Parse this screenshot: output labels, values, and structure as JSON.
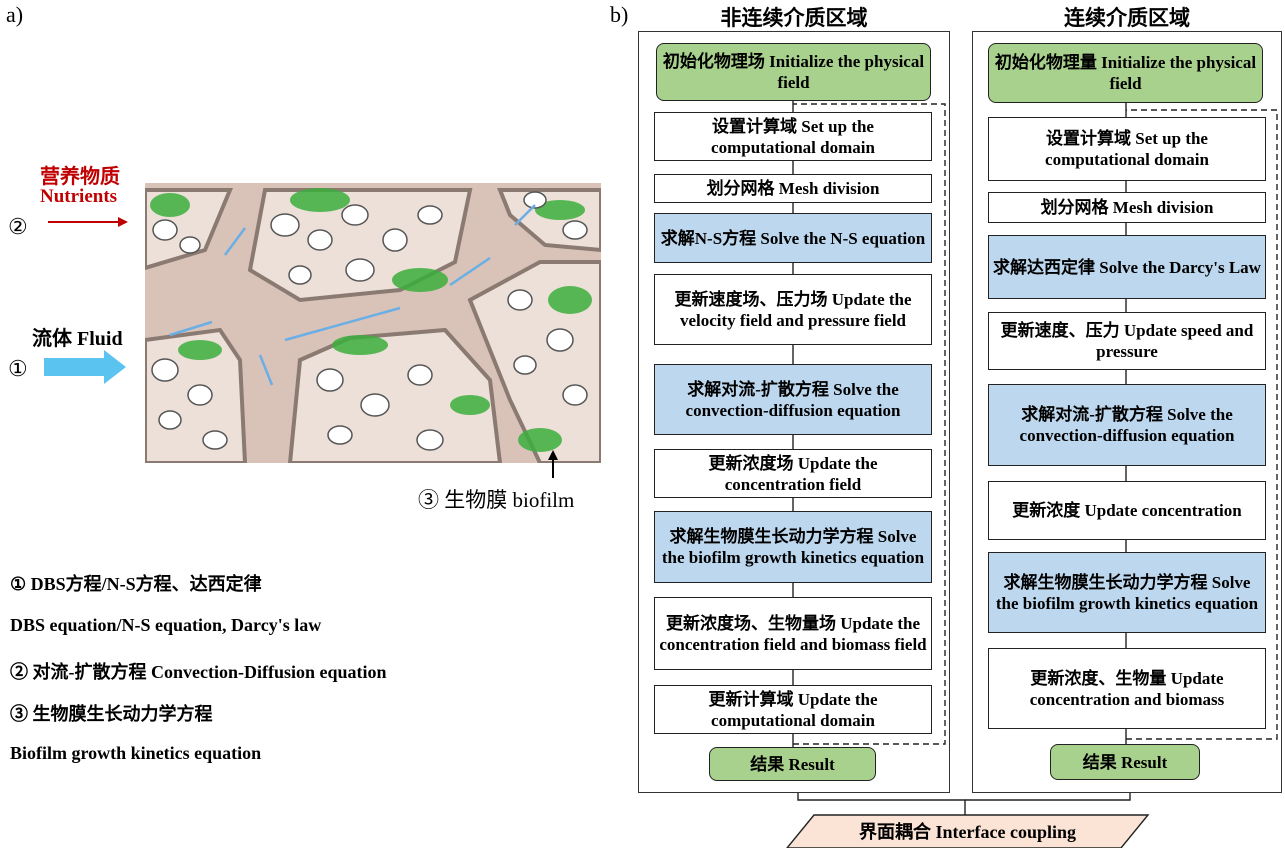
{
  "panel_a": {
    "label": "a)",
    "nutrients_cn": "营养物质",
    "nutrients_en": "Nutrients",
    "marker_2": "②",
    "fluid": "流体 Fluid",
    "marker_1": "①",
    "biofilm": "③ 生物膜 biofilm",
    "legend": [
      "① DBS方程/N-S方程、达西定律",
      "DBS equation/N-S equation, Darcy's law",
      "② 对流-扩散方程 Convection-Diffusion equation",
      "③ 生物膜生长动力学方程",
      "Biofilm growth kinetics equation"
    ]
  },
  "panel_b": {
    "label": "b)",
    "left_title": "非连续介质区域",
    "right_title": "连续介质区域",
    "left_steps": [
      "初始化物理场 Initialize the physical field",
      "设置计算域 Set up the computational domain",
      "划分网格 Mesh division",
      "求解N-S方程 Solve the N-S equation",
      "更新速度场、压力场 Update the velocity field and pressure field",
      "求解对流-扩散方程 Solve the convection-diffusion equation",
      "更新浓度场 Update the concentration field",
      "求解生物膜生长动力学方程 Solve the biofilm growth kinetics equation",
      "更新浓度场、生物量场 Update the concentration field and biomass field",
      "更新计算域 Update the computational domain",
      "结果 Result"
    ],
    "right_steps": [
      "初始化物理量 Initialize the physical field",
      "设置计算域 Set up the computational domain",
      "划分网格 Mesh division",
      "求解达西定律 Solve the Darcy's Law",
      "更新速度、压力 Update speed and pressure",
      "求解对流-扩散方程 Solve the convection-diffusion equation",
      "更新浓度 Update concentration",
      "求解生物膜生长动力学方程 Solve the biofilm growth kinetics equation",
      "更新浓度、生物量 Update concentration and biomass",
      "结果 Result"
    ],
    "coupling": "界面耦合 Interface coupling"
  },
  "colors": {
    "green": "#a9d18e",
    "blue": "#bdd7ee",
    "nutrient_red": "#c00000",
    "fluid_blue": "#5bc3f0",
    "channel": "#d9c3b8",
    "biofilm_green": "#3cae3c",
    "coupling_fill": "#fbe3d6"
  }
}
